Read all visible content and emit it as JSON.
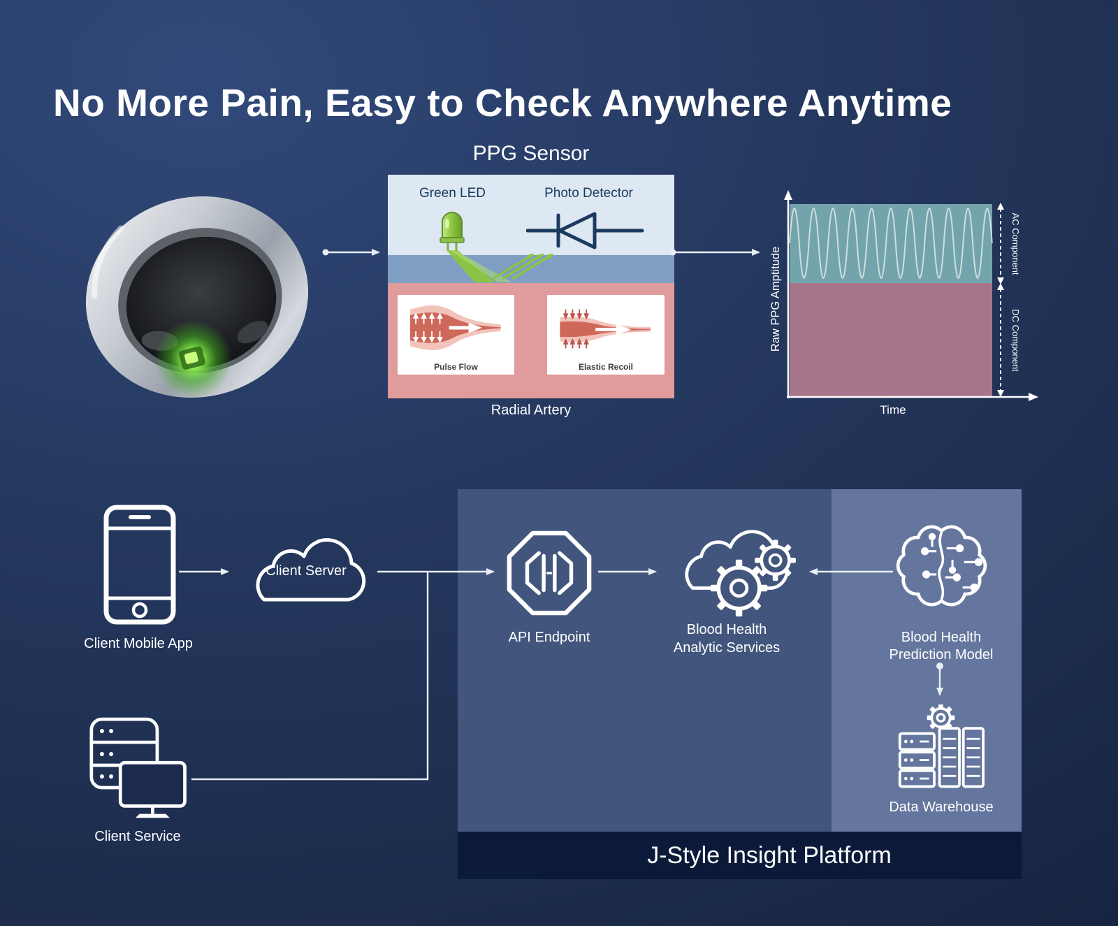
{
  "title": "No More Pain, Easy to Check Anywhere Anytime",
  "sensor": {
    "title": "PPG Sensor",
    "green_led": "Green LED",
    "photo_detector": "Photo Detector",
    "pulse_flow": "Pulse Flow",
    "elastic_recoil": "Elastic Recoil",
    "radial_artery": "Radial Artery"
  },
  "chart": {
    "ylabel": "Raw PPG Amptitude",
    "xlabel": "Time",
    "ac_label": "AC Component",
    "dc_label": "DC Component"
  },
  "chart_data": {
    "type": "line",
    "title": "",
    "xlabel": "Time",
    "ylabel": "Raw PPG Amptitude",
    "x_ticks": [],
    "y_ticks": [],
    "grid": false,
    "legend": false,
    "annotations": [
      "AC Component",
      "DC Component"
    ],
    "series": [
      {
        "name": "Raw PPG waveform",
        "shape": "periodic pulsatile (sinusoidal) signal",
        "cycles_visible": 10,
        "region": "AC band (top, teal)"
      },
      {
        "name": "DC baseline",
        "shape": "constant offset component",
        "region": "DC band (bottom, mauve)"
      }
    ],
    "ac_band_fraction": 0.41,
    "dc_band_fraction": 0.59
  },
  "architecture": {
    "client_mobile_app": "Client Mobile App",
    "client_server": "Client Server",
    "api_endpoint": "API Endpoint",
    "analytics_line1": "Blood Health",
    "analytics_line2": "Analytic Services",
    "prediction_line1": "Blood Health",
    "prediction_line2": "Prediction Model",
    "data_warehouse": "Data Warehouse",
    "client_service": "Client Service",
    "platform": "J-Style Insight Platform"
  },
  "colors": {
    "background_top": "#31497a",
    "background_bottom": "#16233f",
    "accent_green": "#8bc63f",
    "sensor_top_layer": "#dde8f2",
    "sensor_skin_layer": "#7f9fc2",
    "sensor_tissue_layer": "#e09b9c",
    "chart_ac_band": "#73a4ac",
    "chart_dc_band": "#a7758b",
    "panel_main": "#42567d",
    "panel_right": "#64769d",
    "platform_bar": "#0b1a38"
  }
}
